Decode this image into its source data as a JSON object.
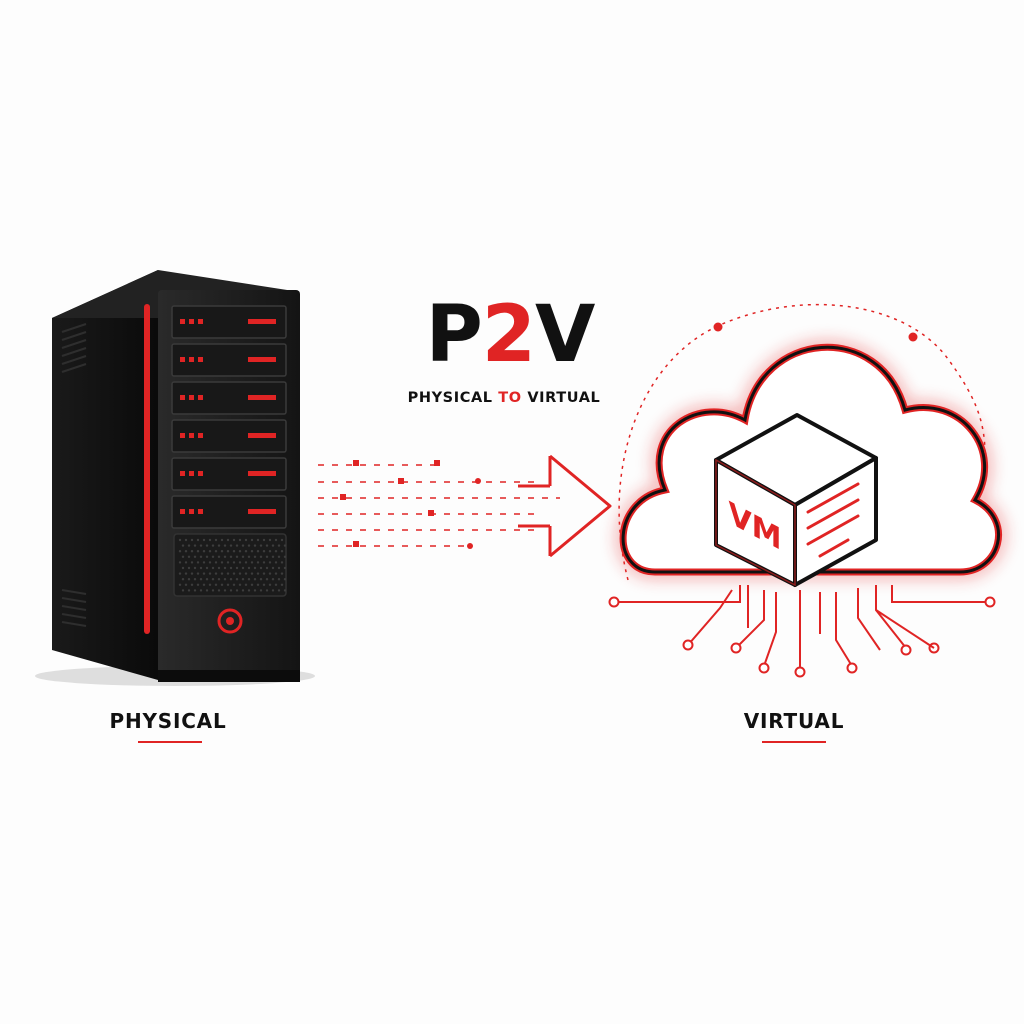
{
  "title": {
    "prefix": "P",
    "accent": "2",
    "suffix": "V"
  },
  "subtitle": {
    "before": "PHYSICAL ",
    "accent": "TO",
    "after": " VIRTUAL"
  },
  "physical": {
    "label": "PHYSICAL"
  },
  "virtual": {
    "label": "VIRTUAL"
  },
  "vm_box": {
    "label": "VM"
  },
  "colors": {
    "accent": "#e02424",
    "dark": "#111111",
    "server": "#141414"
  }
}
